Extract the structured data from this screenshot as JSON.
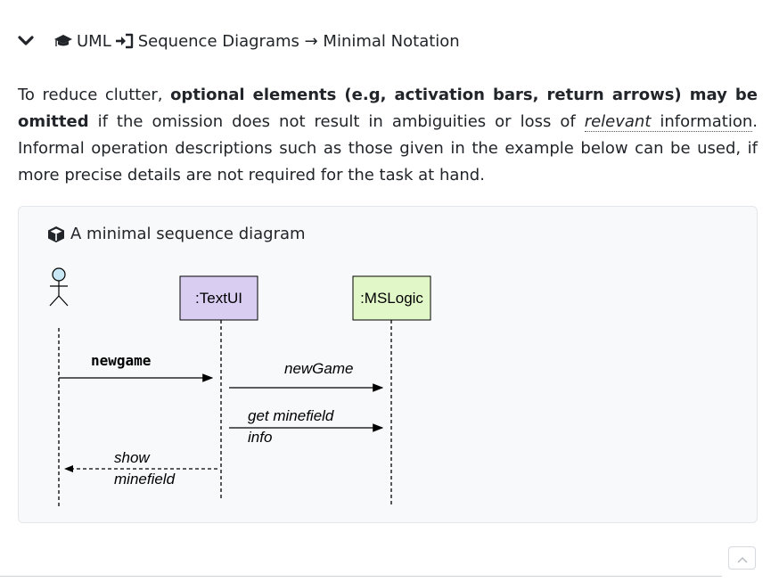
{
  "breadcrumb": {
    "part1": "UML",
    "part2": "Sequence Diagrams → Minimal Notation"
  },
  "paragraph": {
    "intro": "To reduce clutter, ",
    "bold": "optional elements (e.g, activation bars, return arrows) may be omitted",
    "mid": " if the omission does not result in ambiguities or loss of ",
    "term_italic": "relevant",
    "term_rest": " information",
    "end": ". Informal operation descriptions such as those given in the example below can be used, if more precise details are not required for the task at hand."
  },
  "panel": {
    "title": "A minimal sequence diagram"
  },
  "diagram": {
    "participants": [
      ":TextUI",
      ":MSLogic"
    ],
    "messages": [
      "newgame",
      "newGame",
      "get minefield",
      "info",
      "show",
      "minefield"
    ]
  },
  "colors": {
    "textui_fill": "#d9cdf2",
    "mslogic_fill": "#e2f7c8",
    "actor_head": "#c9e8f5"
  },
  "icons": {
    "collapse": "chevron-down-icon",
    "uml": "graduation-cap-icon",
    "arrow": "sign-in-icon",
    "panel": "cube-icon",
    "back_to_top": "chevron-up-icon"
  }
}
